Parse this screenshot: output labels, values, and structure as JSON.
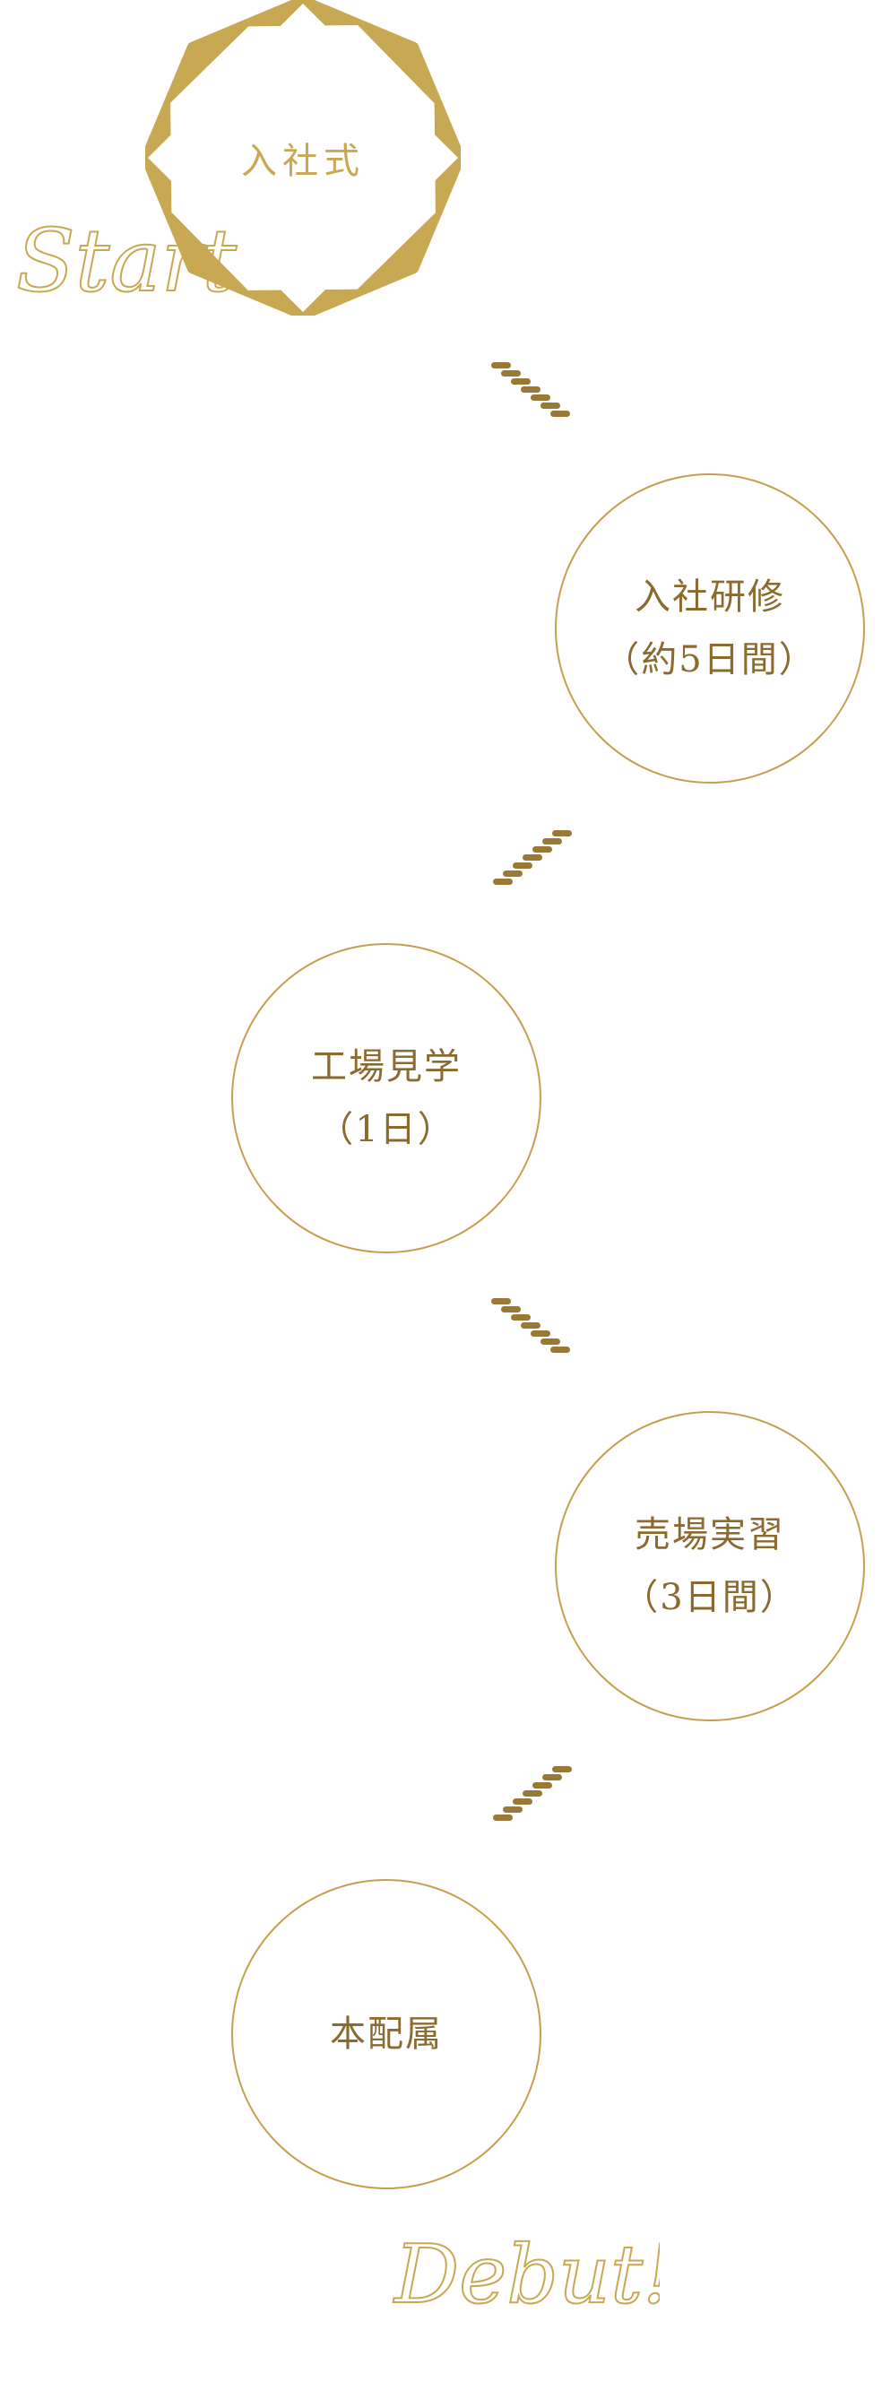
{
  "colors": {
    "gold": "#c8a852",
    "circle_border": "#c4a04e",
    "text_brown": "#8a6a2e",
    "connector_brown": "#9a7836"
  },
  "start": {
    "title": "入社式",
    "script_label": "Start"
  },
  "steps": [
    {
      "title": "入社研修",
      "subtitle": "（約5日間）"
    },
    {
      "title": "工場見学",
      "subtitle": "（1日）"
    },
    {
      "title": "売場実習",
      "subtitle": "（3日間）"
    },
    {
      "title": "本配属",
      "subtitle": ""
    }
  ],
  "end": {
    "script_label": "Debut!"
  }
}
